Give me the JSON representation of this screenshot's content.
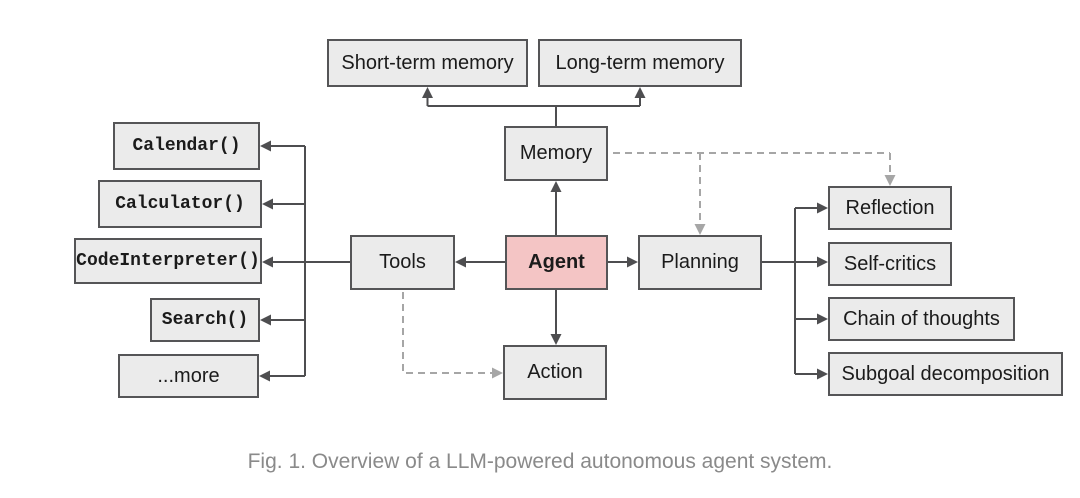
{
  "figure": {
    "caption": "Fig. 1. Overview of a LLM-powered autonomous agent system."
  },
  "colors": {
    "node_fill": "#ebebeb",
    "node_border": "#555557",
    "agent_fill": "#f4c5c5",
    "solid_arrow": "#4e4e50",
    "dashed_arrow": "#a6a6a6",
    "caption_text": "#8a8a8a",
    "node_text": "#1b1b1b",
    "background": "#ffffff"
  },
  "diagram": {
    "nodes": {
      "short_term_memory": {
        "label": "Short-term memory"
      },
      "long_term_memory": {
        "label": "Long-term memory"
      },
      "memory": {
        "label": "Memory"
      },
      "tools": {
        "label": "Tools"
      },
      "agent": {
        "label": "Agent"
      },
      "planning": {
        "label": "Planning"
      },
      "action": {
        "label": "Action"
      },
      "calendar": {
        "label": "Calendar()"
      },
      "calculator": {
        "label": "Calculator()"
      },
      "code_interpreter": {
        "label": "CodeInterpreter()"
      },
      "search": {
        "label": "Search()"
      },
      "more": {
        "label": "...more"
      },
      "reflection": {
        "label": "Reflection"
      },
      "self_critics": {
        "label": "Self-critics"
      },
      "chain_of_thoughts": {
        "label": "Chain of thoughts"
      },
      "subgoal_decomposition": {
        "label": "Subgoal decomposition"
      }
    },
    "edges": [
      {
        "from": "memory",
        "to": "short_term_memory",
        "style": "solid"
      },
      {
        "from": "memory",
        "to": "long_term_memory",
        "style": "solid"
      },
      {
        "from": "agent",
        "to": "memory",
        "style": "solid"
      },
      {
        "from": "agent",
        "to": "tools",
        "style": "solid"
      },
      {
        "from": "agent",
        "to": "planning",
        "style": "solid"
      },
      {
        "from": "agent",
        "to": "action",
        "style": "solid"
      },
      {
        "from": "tools",
        "to": "calendar",
        "style": "solid"
      },
      {
        "from": "tools",
        "to": "calculator",
        "style": "solid"
      },
      {
        "from": "tools",
        "to": "code_interpreter",
        "style": "solid"
      },
      {
        "from": "tools",
        "to": "search",
        "style": "solid"
      },
      {
        "from": "tools",
        "to": "more",
        "style": "solid"
      },
      {
        "from": "planning",
        "to": "reflection",
        "style": "solid"
      },
      {
        "from": "planning",
        "to": "self_critics",
        "style": "solid"
      },
      {
        "from": "planning",
        "to": "chain_of_thoughts",
        "style": "solid"
      },
      {
        "from": "planning",
        "to": "subgoal_decomposition",
        "style": "solid"
      },
      {
        "from": "memory",
        "to": "planning",
        "style": "dashed"
      },
      {
        "from": "memory",
        "to": "reflection",
        "style": "dashed"
      },
      {
        "from": "tools",
        "to": "action",
        "style": "dashed"
      }
    ]
  }
}
